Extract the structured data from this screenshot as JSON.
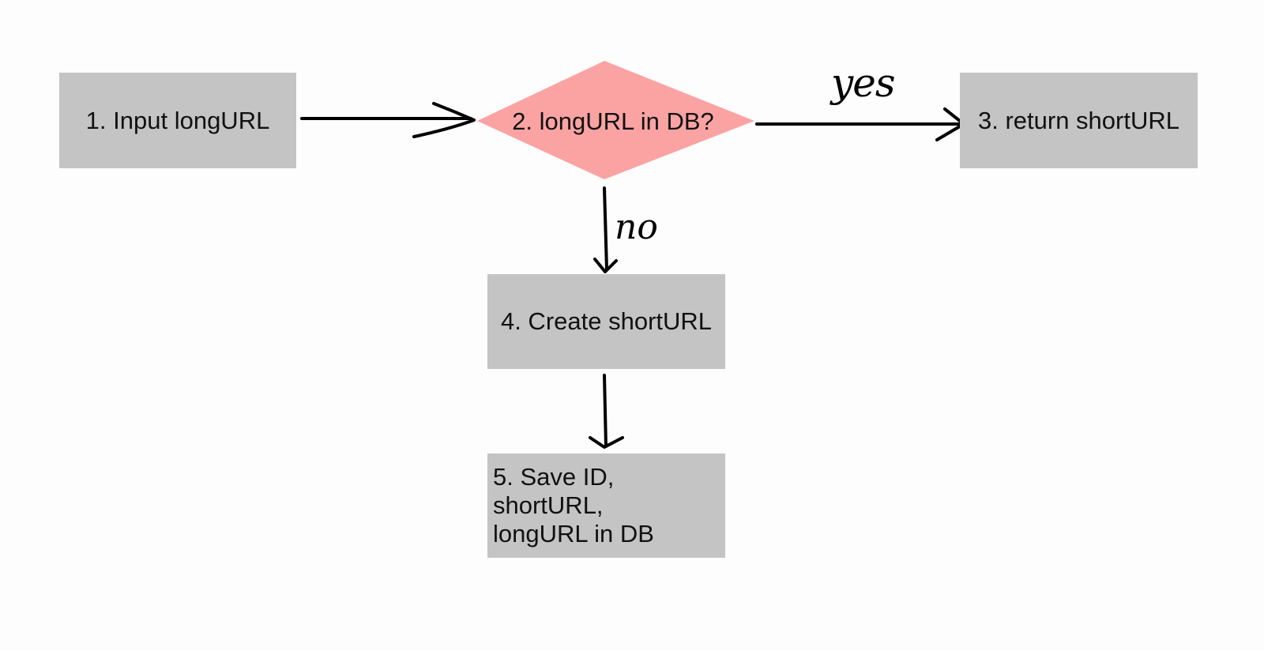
{
  "nodes": {
    "input": "1.  Input longURL",
    "decision": "2. longURL in DB?",
    "return": "3. return shortURL",
    "create": "4. Create shortURL",
    "save_line1": "5. Save ID, shortURL,",
    "save_line2": "longURL in DB"
  },
  "edges": {
    "yes_label": "yes",
    "no_label": "no"
  },
  "colors": {
    "box_fill": "#c4c4c4",
    "decision_fill": "#fba3a3",
    "arrow": "#000000",
    "background": "#fdfdfd"
  }
}
